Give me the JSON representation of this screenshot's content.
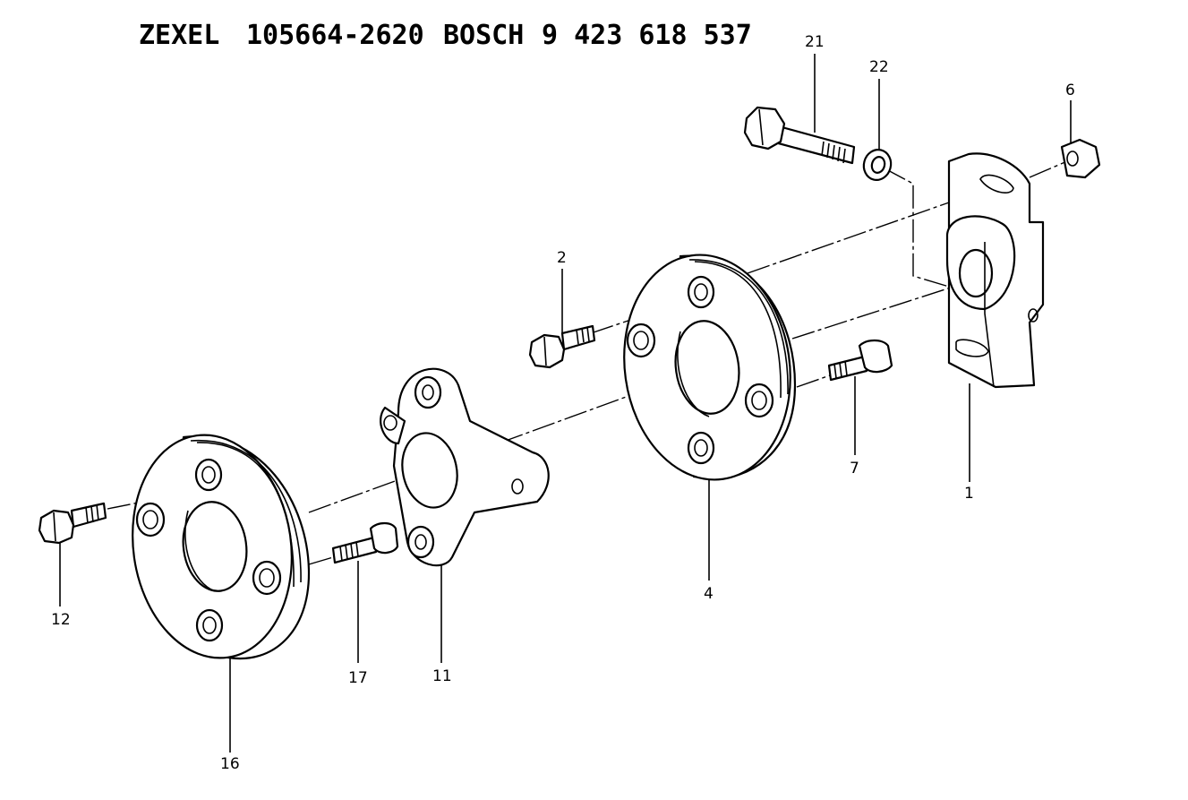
{
  "header": {
    "maker": "ZEXEL",
    "part_number": "105664-2620",
    "brand": "BOSCH",
    "brand_number": "9 423 618 537"
  },
  "callouts": {
    "c1": "1",
    "c2": "2",
    "c4": "4",
    "c6": "6",
    "c7": "7",
    "c11": "11",
    "c12": "12",
    "c16": "16",
    "c17": "17",
    "c21": "21",
    "c22": "22"
  },
  "colors": {
    "line": "#000000",
    "background": "#ffffff"
  }
}
